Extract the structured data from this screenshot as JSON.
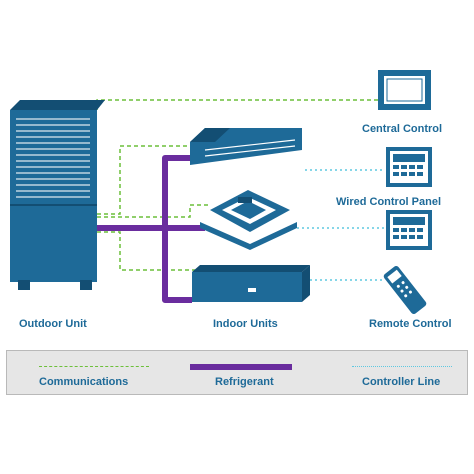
{
  "colors": {
    "unit_blue": "#1e6a98",
    "unit_dark": "#134e73",
    "communications": "#6cbf3a",
    "refrigerant": "#6a2d9e",
    "controller_line": "#5fc8e0",
    "legend_bg": "#e6e6e6"
  },
  "labels": {
    "outdoor_unit": "Outdoor Unit",
    "indoor_units": "Indoor Units",
    "central_control": "Central Control",
    "wired_control_panel": "Wired Control Panel",
    "remote_control": "Remote Control"
  },
  "legend": {
    "communications": "Communications",
    "refrigerant": "Refrigerant",
    "controller_line": "Controller Line"
  }
}
